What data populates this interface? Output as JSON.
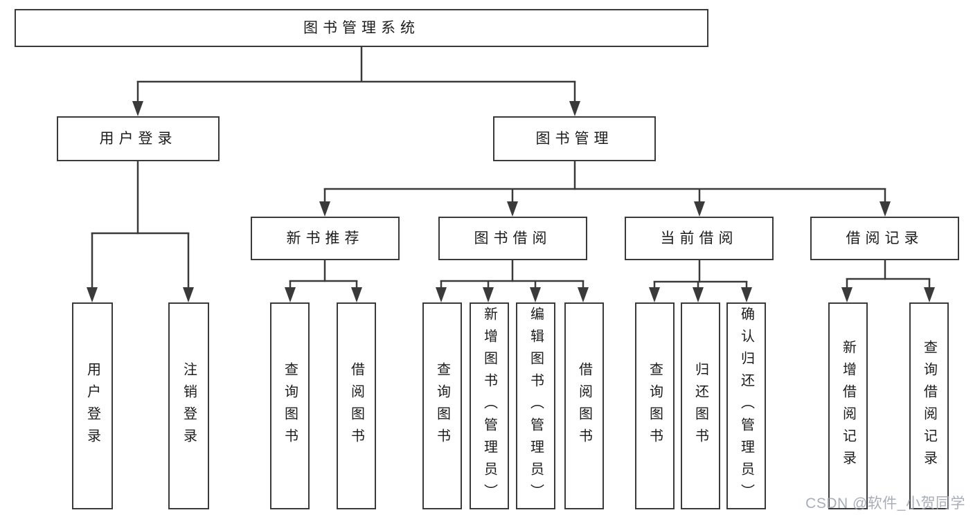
{
  "diagram_title": "图书管理系统",
  "colors": {
    "line": "#3a3a3a",
    "box_border": "#3a3a3a",
    "box_fill": "#ffffff",
    "text": "#1c1c1c",
    "watermark": "#9ea4af",
    "background": "#ffffff"
  },
  "hierarchy": {
    "label": "图书管理系统",
    "children": [
      {
        "label": "用户登录",
        "children": [
          {
            "label": "用户登录"
          },
          {
            "label": "注销登录"
          }
        ]
      },
      {
        "label": "图书管理",
        "children": [
          {
            "label": "新书推荐",
            "children": [
              {
                "label": "查询图书"
              },
              {
                "label": "借阅图书"
              }
            ]
          },
          {
            "label": "图书借阅",
            "children": [
              {
                "label": "查询图书"
              },
              {
                "label": "新增图书（管理员）"
              },
              {
                "label": "编辑图书（管理员）"
              },
              {
                "label": "借阅图书"
              }
            ]
          },
          {
            "label": "当前借阅",
            "children": [
              {
                "label": "查询图书"
              },
              {
                "label": "归还图书"
              },
              {
                "label": "确认归还（管理员）"
              }
            ]
          },
          {
            "label": "借阅记录",
            "children": [
              {
                "label": "新增借阅记录"
              },
              {
                "label": "查询借阅记录"
              }
            ]
          }
        ]
      }
    ]
  },
  "watermark": {
    "text": "CSDN @软件_小贺同学"
  }
}
